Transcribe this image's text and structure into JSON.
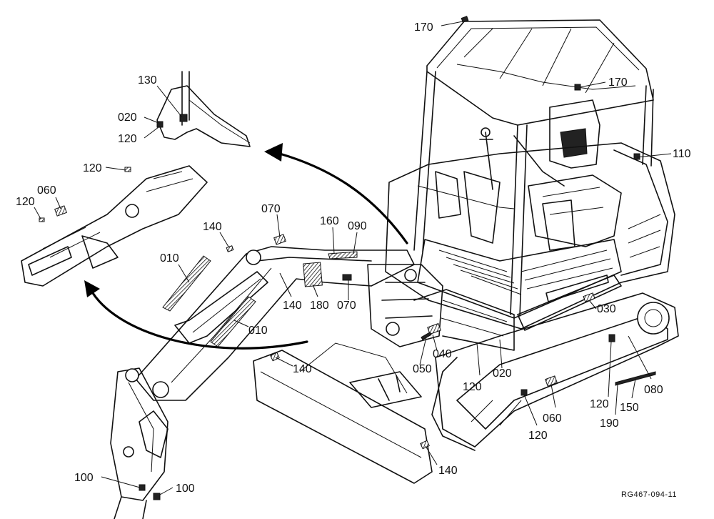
{
  "figure_ref": "RG467-094-11",
  "callouts": [
    {
      "id": "c170a",
      "label": "170"
    },
    {
      "id": "c170b",
      "label": "170"
    },
    {
      "id": "c130",
      "label": "130"
    },
    {
      "id": "c020a",
      "label": "020"
    },
    {
      "id": "c120a",
      "label": "120"
    },
    {
      "id": "c110",
      "label": "110"
    },
    {
      "id": "c120b",
      "label": "120"
    },
    {
      "id": "c060a",
      "label": "060"
    },
    {
      "id": "c120c",
      "label": "120"
    },
    {
      "id": "c070a",
      "label": "070"
    },
    {
      "id": "c140a",
      "label": "140"
    },
    {
      "id": "c160",
      "label": "160"
    },
    {
      "id": "c090",
      "label": "090"
    },
    {
      "id": "c010a",
      "label": "010"
    },
    {
      "id": "c140b",
      "label": "140"
    },
    {
      "id": "c180",
      "label": "180"
    },
    {
      "id": "c070b",
      "label": "070"
    },
    {
      "id": "c030",
      "label": "030"
    },
    {
      "id": "c010b",
      "label": "010"
    },
    {
      "id": "c040",
      "label": "040"
    },
    {
      "id": "c140c",
      "label": "140"
    },
    {
      "id": "c050",
      "label": "050"
    },
    {
      "id": "c020b",
      "label": "020"
    },
    {
      "id": "c120d",
      "label": "120"
    },
    {
      "id": "c080",
      "label": "080"
    },
    {
      "id": "c120e",
      "label": "120"
    },
    {
      "id": "c150",
      "label": "150"
    },
    {
      "id": "c060b",
      "label": "060"
    },
    {
      "id": "c190",
      "label": "190"
    },
    {
      "id": "c120f",
      "label": "120"
    },
    {
      "id": "c140d",
      "label": "140"
    },
    {
      "id": "c100a",
      "label": "100"
    },
    {
      "id": "c100b",
      "label": "100"
    }
  ]
}
